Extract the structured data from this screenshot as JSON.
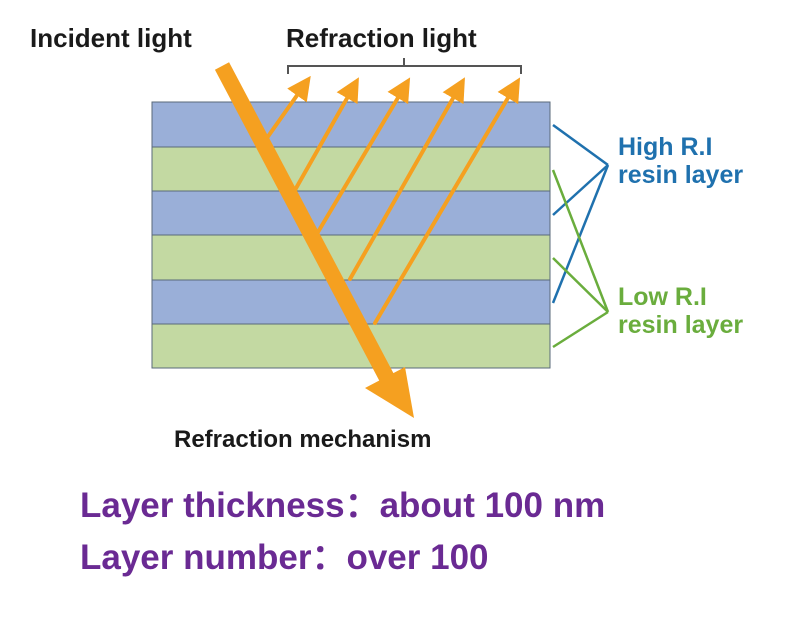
{
  "labels": {
    "incident": "Incident light",
    "refraction": "Refraction light",
    "high_line1": "High R.I",
    "high_line2": "resin layer",
    "low_line1": "Low R.I",
    "low_line2": "resin layer",
    "mechanism": "Refraction mechanism",
    "thickness": "Layer thickness：about 100 nm",
    "number": "Layer number：over 100"
  },
  "colors": {
    "high_layer": "#9aafd8",
    "low_layer": "#c3d9a2",
    "arrow": "#f5a020",
    "high_text": "#1f71ae",
    "low_text": "#6aad3d",
    "purple": "#6a2a93",
    "dark": "#1a1a1a",
    "bracket": "#555555"
  }
}
